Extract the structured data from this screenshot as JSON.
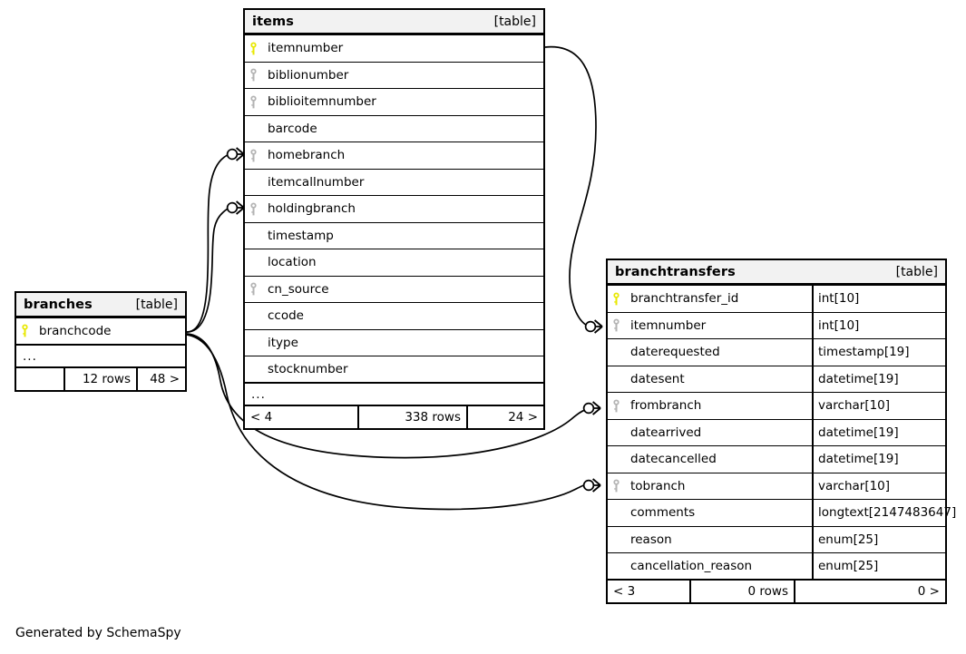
{
  "diagram": {
    "caption": "Generated by SchemaSpy",
    "table_tag": "[table]",
    "ellipsis": "...",
    "key_icon_pk": "key-icon-primary",
    "key_icon_fk": "key-icon-foreign",
    "colors": {
      "primary_key": "#e8e800",
      "foreign_key": "#b3b3b3",
      "header_background": "#f2f2f2",
      "border": "#000000",
      "background": "#ffffff"
    }
  },
  "tables": {
    "items": {
      "name": "items",
      "tag": "[table]",
      "columns": [
        {
          "name": "itemnumber",
          "key": "pk"
        },
        {
          "name": "biblionumber",
          "key": "fk"
        },
        {
          "name": "biblioitemnumber",
          "key": "fk"
        },
        {
          "name": "barcode",
          "key": "none"
        },
        {
          "name": "homebranch",
          "key": "fk"
        },
        {
          "name": "itemcallnumber",
          "key": "none"
        },
        {
          "name": "holdingbranch",
          "key": "fk"
        },
        {
          "name": "timestamp",
          "key": "none"
        },
        {
          "name": "location",
          "key": "none"
        },
        {
          "name": "cn_source",
          "key": "fk"
        },
        {
          "name": "ccode",
          "key": "none"
        },
        {
          "name": "itype",
          "key": "none"
        },
        {
          "name": "stocknumber",
          "key": "none"
        }
      ],
      "more_indicator": "...",
      "footer": {
        "left": "< 4",
        "middle": "338 rows",
        "right": "24 >"
      }
    },
    "branches": {
      "name": "branches",
      "tag": "[table]",
      "columns": [
        {
          "name": "branchcode",
          "key": "pk"
        }
      ],
      "more_indicator": "...",
      "footer": {
        "left": "",
        "middle": "12 rows",
        "right": "48 >"
      }
    },
    "branchtransfers": {
      "name": "branchtransfers",
      "tag": "[table]",
      "columns": [
        {
          "name": "branchtransfer_id",
          "type": "int[10]",
          "key": "pk"
        },
        {
          "name": "itemnumber",
          "type": "int[10]",
          "key": "fk"
        },
        {
          "name": "daterequested",
          "type": "timestamp[19]",
          "key": "none"
        },
        {
          "name": "datesent",
          "type": "datetime[19]",
          "key": "none"
        },
        {
          "name": "frombranch",
          "type": "varchar[10]",
          "key": "fk"
        },
        {
          "name": "datearrived",
          "type": "datetime[19]",
          "key": "none"
        },
        {
          "name": "datecancelled",
          "type": "datetime[19]",
          "key": "none"
        },
        {
          "name": "tobranch",
          "type": "varchar[10]",
          "key": "fk"
        },
        {
          "name": "comments",
          "type": "longtext[2147483647]",
          "key": "none"
        },
        {
          "name": "reason",
          "type": "enum[25]",
          "key": "none"
        },
        {
          "name": "cancellation_reason",
          "type": "enum[25]",
          "key": "none"
        }
      ],
      "footer": {
        "left": "< 3",
        "middle": "0 rows",
        "right": "0 >"
      }
    }
  },
  "relationships": [
    {
      "from_table": "items",
      "from_column": "itemnumber",
      "to_table": "branchtransfers",
      "to_column": "itemnumber"
    },
    {
      "from_table": "branches",
      "from_column": "branchcode",
      "to_table": "items",
      "to_column": "homebranch"
    },
    {
      "from_table": "branches",
      "from_column": "branchcode",
      "to_table": "items",
      "to_column": "holdingbranch"
    },
    {
      "from_table": "branches",
      "from_column": "branchcode",
      "to_table": "branchtransfers",
      "to_column": "frombranch"
    },
    {
      "from_table": "branches",
      "from_column": "branchcode",
      "to_table": "branchtransfers",
      "to_column": "tobranch"
    }
  ]
}
